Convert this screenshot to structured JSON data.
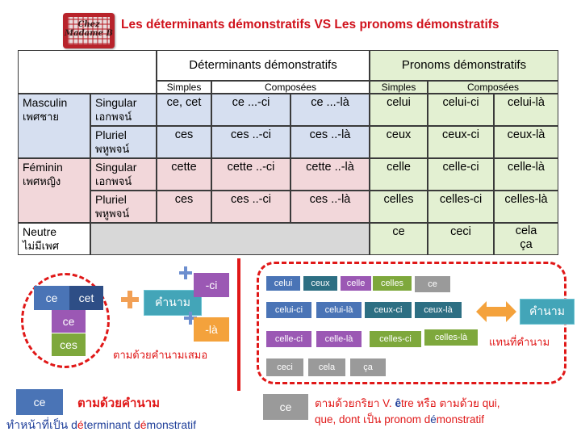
{
  "logo": {
    "text": "Chez Madame B"
  },
  "title": "Les déterminants démonstratifs VS Les pronoms démonstratifs",
  "table": {
    "det_header": "Déterminants démonstratifs",
    "pro_header": "Pronoms démonstratifs",
    "simples": "Simples",
    "composees": "Composées",
    "masculin": "Masculin",
    "masculin_th": "เพศชาย",
    "feminin": "Féminin",
    "feminin_th": "เพศหญิง",
    "neutre": "Neutre",
    "neutre_th": "ไม่มีเพศ",
    "singular": "Singular",
    "singular_th": "เอกพจน์",
    "pluriel": "Pluriel",
    "pluriel_th": "พหูพจน์",
    "masc_sing": [
      "ce, cet",
      "ce ...-ci",
      "ce ...-là",
      "celui",
      "celui-ci",
      "celui-là"
    ],
    "masc_plur": [
      "ces",
      "ces ..-ci",
      "ces ..-là",
      "ceux",
      "ceux-ci",
      "ceux-là"
    ],
    "fem_sing": [
      "cette",
      "cette ..-ci",
      "cette ..-là",
      "celle",
      "celle-ci",
      "celle-là"
    ],
    "fem_plur": [
      "ces",
      "ces ..-ci",
      "ces ..-là",
      "celles",
      "celles-ci",
      "celles-là"
    ],
    "neutre_vals": [
      "ce",
      "ceci",
      "cela",
      "ça"
    ]
  },
  "left": {
    "ce": "ce",
    "cet": "cet",
    "ce2": "ce",
    "ces": "ces",
    "noun": "คำนาม",
    "ci": "-ci",
    "la": "-là",
    "caption": "ตามด้วยคำนามเสมอ"
  },
  "right": {
    "row1": [
      "celui",
      "ceux",
      "celle",
      "celles",
      "ce"
    ],
    "row2": [
      "celui-ci",
      "celui-là",
      "ceux-ci",
      "ceux-là"
    ],
    "row3": [
      "celle-ci",
      "celle-là",
      "celles-ci",
      "celles-là"
    ],
    "row4": [
      "ceci",
      "cela",
      "ça"
    ],
    "noun": "คำนาม",
    "caption": "แทนที่คำนาม"
  },
  "legend": {
    "det_box": "ce",
    "det_title": "ตามด้วยคำนาม",
    "det_pre": "ทำหน้าที่เป็น d",
    "det_e1": "é",
    "det_mid": "terminant d",
    "det_e2": "é",
    "det_end": "monstratif",
    "pro_box": "ce",
    "pro_line1_a": "ตามด้วยกริยา  V. ",
    "pro_line1_e": "ê",
    "pro_line1_b": "tre หรือ ตามด้วย qui,",
    "pro_line2_a": "que, dont  เป็น pronom d",
    "pro_line2_e": "é",
    "pro_line2_b": "monstratif"
  },
  "colors": {
    "title": "#d0121c",
    "red": "#e01818",
    "blue_row": "#d6dff0",
    "pink_row": "#f2d7da",
    "green_col": "#e3f0d2",
    "gray_cell": "#d8d8d8",
    "box_blue": "#4a74b6",
    "box_purple": "#9b58b4",
    "box_green": "#7ea83c",
    "box_teal": "#2d6f83",
    "box_gray": "#9a9a9a",
    "orange": "#f4a23c",
    "noun_teal": "#43a5b8"
  }
}
